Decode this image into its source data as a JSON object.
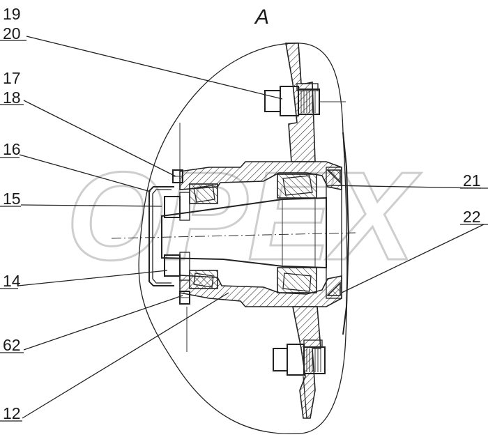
{
  "view_label": "A",
  "watermark": "OPEX",
  "callouts": [
    {
      "id": "19",
      "text": "19"
    },
    {
      "id": "20",
      "text": "20"
    },
    {
      "id": "17",
      "text": "17"
    },
    {
      "id": "18",
      "text": "18"
    },
    {
      "id": "16",
      "text": "16"
    },
    {
      "id": "15",
      "text": "15"
    },
    {
      "id": "14",
      "text": "14"
    },
    {
      "id": "62",
      "text": "62"
    },
    {
      "id": "12",
      "text": "12"
    },
    {
      "id": "21",
      "text": "21"
    },
    {
      "id": "22",
      "text": "22"
    }
  ]
}
